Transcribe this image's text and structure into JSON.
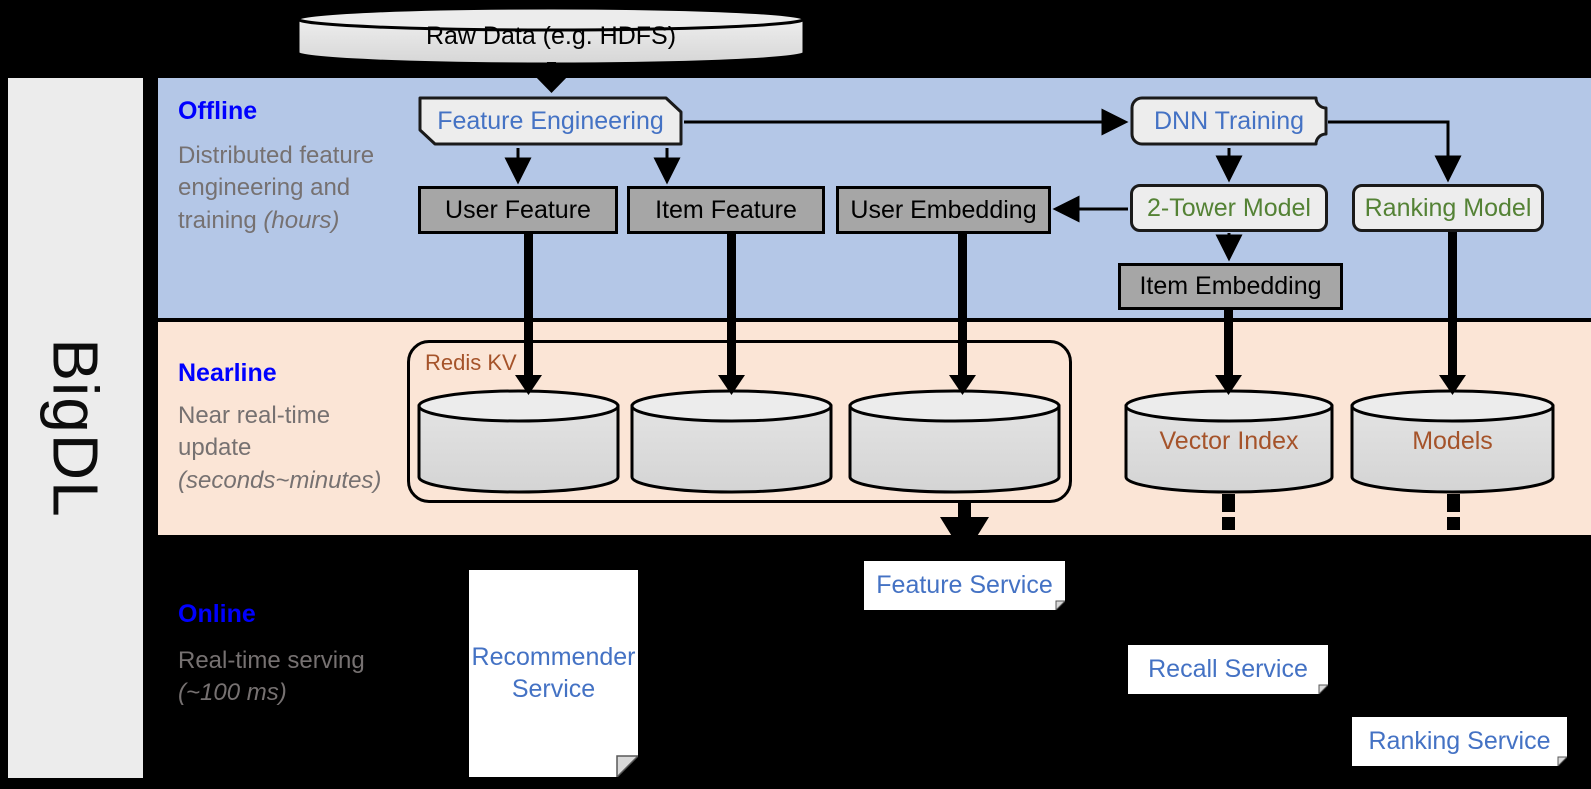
{
  "framework": {
    "name": "BigDL"
  },
  "bands": [
    {
      "id": "offline",
      "title": "Offline",
      "subtitle": "Distributed feature engineering and training ",
      "subtitle_em": "(hours)"
    },
    {
      "id": "nearline",
      "title": "Nearline",
      "subtitle": "Near real-time update ",
      "subtitle_em": "(seconds~minutes)"
    },
    {
      "id": "online",
      "title": "Online",
      "subtitle": "Real-time serving ",
      "subtitle_em": "(~100 ms)"
    }
  ],
  "source": {
    "label": "Raw Data (e.g. HDFS)"
  },
  "offline": {
    "feature_engineering": "Feature Engineering",
    "dnn_training": "DNN Training",
    "two_tower_model": "2-Tower Model",
    "ranking_model": "Ranking Model",
    "user_feature": "User Feature",
    "item_feature": "Item Feature",
    "user_embedding": "User Embedding",
    "item_embedding": "Item Embedding"
  },
  "nearline": {
    "redis_group_label": "Redis KV",
    "stores": [
      "",
      "",
      ""
    ],
    "vector_index": "Vector Index",
    "models": "Models"
  },
  "online": {
    "recommender_service": "Recommender Service",
    "feature_service": "Feature Service",
    "recall_service": "Recall Service",
    "ranking_service": "Ranking Service"
  },
  "colors": {
    "offline_band": "#b4c7e7",
    "nearline_band": "#fbe5d6",
    "online_band": "#000000",
    "rail": "#ececec",
    "band_title": "#0000ff",
    "band_subtitle": "#767171",
    "store_box": "#a6a6a6",
    "process_box": "#ededed",
    "process_text_blue": "#4472c4",
    "process_text_green": "#548235",
    "cylinder_text": "#a5532a",
    "service_text": "#4472c4"
  }
}
